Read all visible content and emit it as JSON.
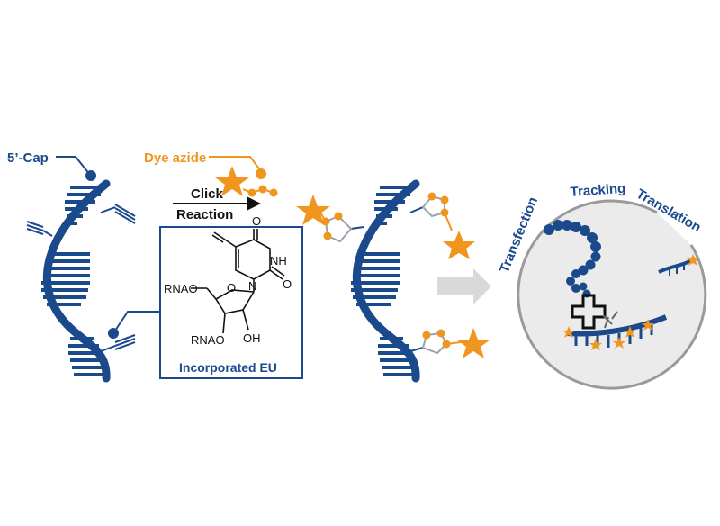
{
  "labels": {
    "cap": "5’-Cap",
    "dye_azide": "Dye azide",
    "click": "Click",
    "reaction": "Reaction",
    "box_caption": "Incorporated EU",
    "cell_words": [
      "Transfection",
      "Tracking",
      "Translation"
    ]
  },
  "structure": {
    "atoms": [
      "O",
      "NH",
      "O",
      "N",
      "O",
      "RNAO",
      "RNAO",
      "OH"
    ]
  },
  "colors": {
    "rna": "#1b4a8c",
    "dye": "#f0961e",
    "linker": "#9aa3ad",
    "cell_fill": "#ebebeb",
    "cell_border": "#9a9a9a",
    "arrow": "#d9d9d9",
    "ribosome": "#111111"
  },
  "icons": [
    "star-icon",
    "alkyne-icon",
    "triazole-icon",
    "ribosome-icon",
    "trna-icon",
    "process-arrow-icon"
  ]
}
